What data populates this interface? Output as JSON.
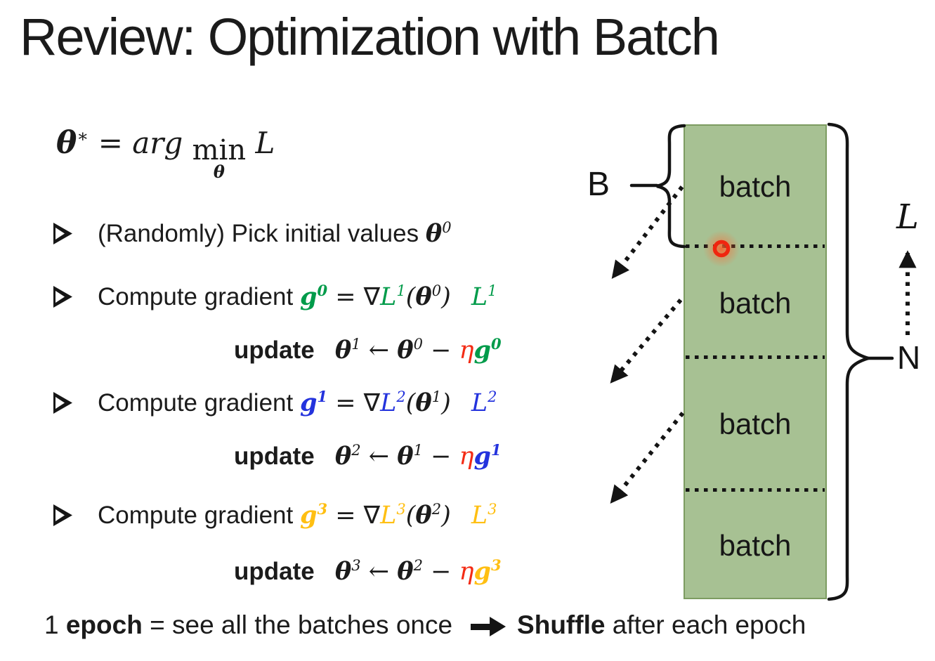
{
  "title": "Review: Optimization with Batch",
  "colors": {
    "green": "#009b4a",
    "blue": "#2433dd",
    "gold": "#ffbf12",
    "red": "#f32b14",
    "ink": "#1b1b1b",
    "rect-fill": "#a7c193",
    "rect-border": "#7d9c61"
  },
  "formula": {
    "segments": [
      {
        "t": "θ",
        "c": "fbi"
      },
      {
        "t": "∗",
        "c": "fi fsup"
      },
      {
        "t": " = ",
        "c": "fi"
      },
      {
        "t": "arg ",
        "c": "fi"
      },
      {
        "stack": [
          "min",
          "θ"
        ]
      },
      {
        "t": " ",
        "c": "fi"
      },
      {
        "t": "L",
        "c": "fi"
      }
    ]
  },
  "bullets": [
    {
      "segments": [
        {
          "t": "(Randomly) Pick initial values ",
          "c": "t"
        },
        {
          "t": "θ",
          "c": "bi"
        },
        {
          "t": "0",
          "c": "i sup"
        }
      ]
    },
    {
      "segments": [
        {
          "t": "Compute gradient ",
          "c": "t"
        },
        {
          "t": "g",
          "c": "bi g"
        },
        {
          "t": "0",
          "c": "bi sup g"
        },
        {
          "t": " = ",
          "c": "i"
        },
        {
          "t": "∇",
          "c": "t"
        },
        {
          "t": "L",
          "c": "i g"
        },
        {
          "t": "1",
          "c": "i sup g"
        },
        {
          "t": "(",
          "c": "i"
        },
        {
          "t": "θ",
          "c": "bi"
        },
        {
          "t": "0",
          "c": "i sup"
        },
        {
          "t": ")",
          "c": "i"
        },
        {
          "t": "   ",
          "c": "t"
        },
        {
          "t": "L",
          "c": "i g"
        },
        {
          "t": "1",
          "c": "i sup g"
        }
      ]
    },
    {
      "segments": [
        {
          "t": "Compute gradient ",
          "c": "t"
        },
        {
          "t": "g",
          "c": "bi bl"
        },
        {
          "t": "1",
          "c": "bi sup bl"
        },
        {
          "t": " = ",
          "c": "i"
        },
        {
          "t": "∇",
          "c": "t"
        },
        {
          "t": "L",
          "c": "i bl"
        },
        {
          "t": "2",
          "c": "i sup bl"
        },
        {
          "t": "(",
          "c": "i"
        },
        {
          "t": "θ",
          "c": "bi"
        },
        {
          "t": "1",
          "c": "i sup"
        },
        {
          "t": ")",
          "c": "i"
        },
        {
          "t": "   ",
          "c": "t"
        },
        {
          "t": "L",
          "c": "i bl"
        },
        {
          "t": "2",
          "c": "i sup bl"
        }
      ]
    },
    {
      "segments": [
        {
          "t": "Compute gradient ",
          "c": "t"
        },
        {
          "t": "g",
          "c": "bi y"
        },
        {
          "t": "3",
          "c": "bi sup y"
        },
        {
          "t": " = ",
          "c": "i"
        },
        {
          "t": "∇",
          "c": "t"
        },
        {
          "t": "L",
          "c": "i y"
        },
        {
          "t": "3",
          "c": "i sup y"
        },
        {
          "t": "(",
          "c": "i"
        },
        {
          "t": "θ",
          "c": "bi"
        },
        {
          "t": "2",
          "c": "i sup"
        },
        {
          "t": ")",
          "c": "i"
        },
        {
          "t": "   ",
          "c": "t"
        },
        {
          "t": "L",
          "c": "i y"
        },
        {
          "t": "3",
          "c": "i sup y"
        }
      ]
    }
  ],
  "updates": [
    {
      "segments": [
        {
          "t": "update",
          "c": "tb"
        },
        {
          "t": "   ",
          "c": "t"
        },
        {
          "t": "θ",
          "c": "bi"
        },
        {
          "t": "1",
          "c": "i sup"
        },
        {
          "t": " ← ",
          "c": "i"
        },
        {
          "t": "θ",
          "c": "bi"
        },
        {
          "t": "0",
          "c": "i sup"
        },
        {
          "t": " − ",
          "c": "i"
        },
        {
          "t": "η",
          "c": "i r"
        },
        {
          "t": "g",
          "c": "bi g"
        },
        {
          "t": "0",
          "c": "bi sup g"
        }
      ]
    },
    {
      "segments": [
        {
          "t": "update",
          "c": "tb"
        },
        {
          "t": "   ",
          "c": "t"
        },
        {
          "t": "θ",
          "c": "bi"
        },
        {
          "t": "2",
          "c": "i sup"
        },
        {
          "t": " ← ",
          "c": "i"
        },
        {
          "t": "θ",
          "c": "bi"
        },
        {
          "t": "1",
          "c": "i sup"
        },
        {
          "t": " − ",
          "c": "i"
        },
        {
          "t": "η",
          "c": "i r"
        },
        {
          "t": "g",
          "c": "bi bl"
        },
        {
          "t": "1",
          "c": "bi sup bl"
        }
      ]
    },
    {
      "segments": [
        {
          "t": "update",
          "c": "tb"
        },
        {
          "t": "   ",
          "c": "t"
        },
        {
          "t": "θ",
          "c": "bi"
        },
        {
          "t": "3",
          "c": "i sup"
        },
        {
          "t": " ← ",
          "c": "i"
        },
        {
          "t": "θ",
          "c": "bi"
        },
        {
          "t": "2",
          "c": "i sup"
        },
        {
          "t": " − ",
          "c": "i"
        },
        {
          "t": "η",
          "c": "i r"
        },
        {
          "t": "g",
          "c": "bi y"
        },
        {
          "t": "3",
          "c": "bi sup y"
        }
      ]
    }
  ],
  "footer": {
    "left_segments": [
      {
        "t": "1 ",
        "c": "ft"
      },
      {
        "t": "epoch",
        "c": "ftb"
      },
      {
        "t": " = see all the batches once",
        "c": "ft"
      }
    ],
    "right_segments": [
      {
        "t": "Shuffle",
        "c": "ftb"
      },
      {
        "t": " after each epoch",
        "c": "ft"
      }
    ]
  },
  "diagram": {
    "b_label": "B",
    "n_label": "N",
    "l_label": "L",
    "batches": [
      "batch",
      "batch",
      "batch",
      "batch"
    ]
  }
}
